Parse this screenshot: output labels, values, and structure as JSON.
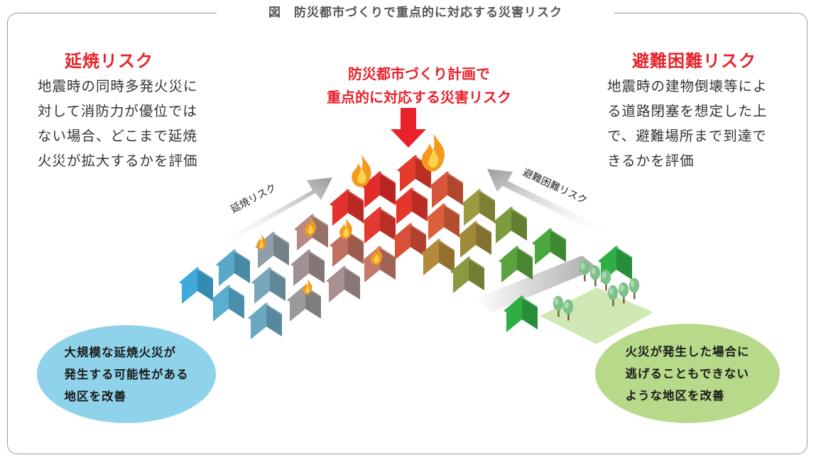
{
  "header": {
    "title": "図　防災都市づくりで重点的に対応する災害リスク"
  },
  "left": {
    "title": "延焼リスク",
    "description": "地震時の同時多発火災に\n対して消防力が優位では\nない場合、どこまで延焼\n火災が拡大するかを評価",
    "arrow_label": "延焼リスク",
    "bubble": "大規模な延焼火災が\n発生する可能性がある\n地区を改善",
    "bubble_color": "#8fd3ea"
  },
  "right": {
    "title": "避難困難リスク",
    "description": "地震時の建物倒壊等によ\nる道路閉塞を想定した上\nで、避難場所まで到達で\nきるかを評価",
    "arrow_label": "避難困難リスク",
    "bubble": "火災が発生した場合に\n逃げることもできない\nような地区を改善",
    "bubble_color": "#b7d98a"
  },
  "center": {
    "title": "防災都市づくり計画で\n重点的に対応する災害リスク",
    "arrow_color": "#e8222a"
  },
  "icons": [
    "house-icon",
    "fire-icon",
    "tree-icon",
    "down-arrow-icon"
  ]
}
